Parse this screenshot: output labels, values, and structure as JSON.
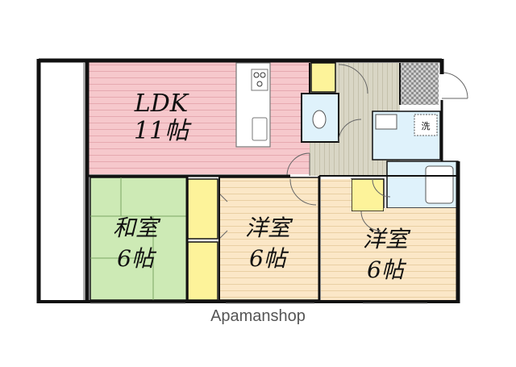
{
  "rooms": {
    "ldk": {
      "name": "LDK",
      "size": "11帖"
    },
    "washitsu": {
      "name": "和室",
      "size": "6帖"
    },
    "yoshitsu_center": {
      "name": "洋室",
      "size": "6帖"
    },
    "yoshitsu_right": {
      "name": "洋室",
      "size": "6帖"
    }
  },
  "washroom_mark": "洗",
  "watermark": "Apamanshop",
  "colors": {
    "ldk_floor": "#f6c8cc",
    "washitsu_floor": "#cdeab5",
    "yoshitsu_floor": "#fbe7c7",
    "closet": "#fdf39a",
    "wet_area": "#dff2fb",
    "hallway": "#d9d6c5",
    "wall": "#111111"
  }
}
